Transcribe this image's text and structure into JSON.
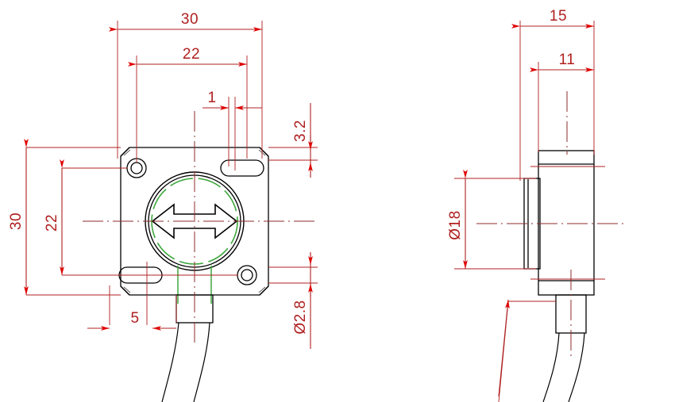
{
  "drawing": {
    "type": "engineering-dimension-drawing",
    "units": "mm",
    "views": [
      {
        "name": "front-view",
        "label": ""
      },
      {
        "name": "side-view",
        "label": ""
      }
    ],
    "colors": {
      "outline": "#000000",
      "dimension": "#b02020",
      "centerline": "#8c2b2b",
      "hidden_detail": "#44aa44",
      "background": "#ffffff"
    },
    "dimensions": {
      "front_width_overall": "30",
      "front_width_hole_spacing": "22",
      "front_height_overall": "30",
      "front_height_hole_spacing": "22",
      "front_slot_offset": "1",
      "front_flange_thickness": "3.2",
      "front_hole_diameter": "Ø2.8",
      "front_cable_offset": "5",
      "side_depth_overall": "15",
      "side_depth_body": "11",
      "side_sensor_diameter": "Ø18"
    },
    "symbols": {
      "center_arrow": "double-headed-horizontal-arrow"
    }
  }
}
